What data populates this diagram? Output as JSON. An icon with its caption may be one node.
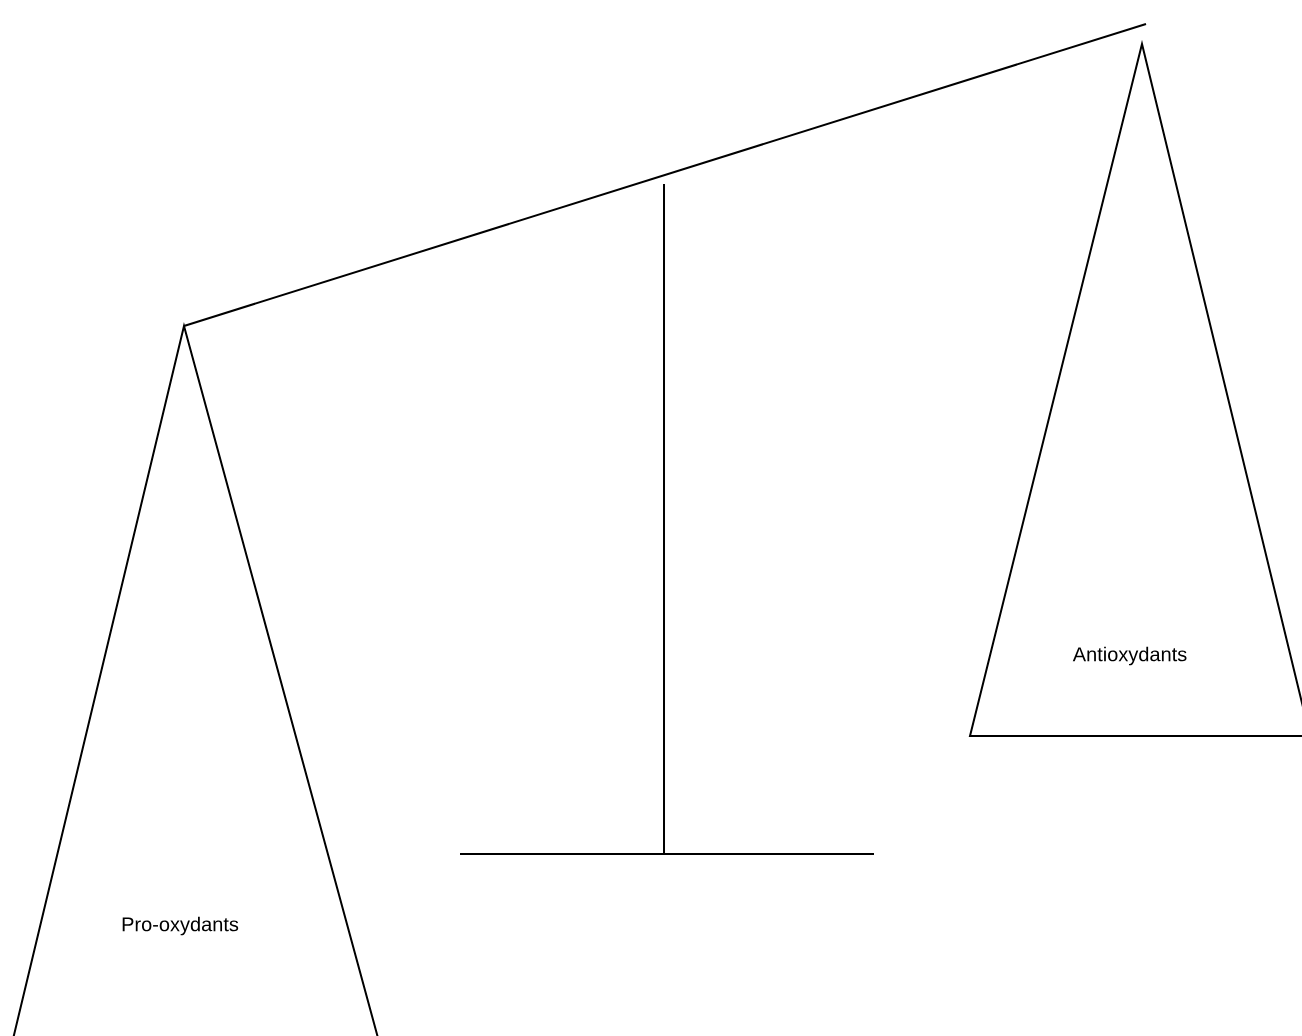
{
  "diagram": {
    "nodes": [
      {
        "text": [
          "Pro-oxydants"
        ]
      },
      {
        "text": [
          "Antioxydants"
        ]
      }
    ],
    "edges": [
      {
        "from": 0,
        "to": 1,
        "arrow": "none"
      }
    ]
  }
}
